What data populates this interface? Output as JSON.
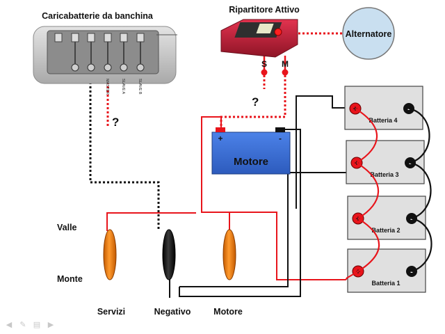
{
  "charger": {
    "title": "Caricabatterie da banchina",
    "terminals": [
      "MASTER",
      "SLAVE A",
      "SLAVE B"
    ],
    "question": "?"
  },
  "splitter": {
    "title": "Ripartitore Attivo",
    "terminal_s": "S",
    "terminal_m": "M",
    "question": "?"
  },
  "alternator": {
    "label": "Alternatore"
  },
  "engine_battery": {
    "label": "Motore",
    "plus": "+",
    "minus": "-"
  },
  "house_batteries": [
    {
      "label": "Batteria 4"
    },
    {
      "label": "Batteria 3"
    },
    {
      "label": "Batteria 2"
    },
    {
      "label": "Batteria 1"
    }
  ],
  "switch_positions": {
    "upper": "Valle",
    "lower": "Monte"
  },
  "switches": [
    {
      "label": "Servizi",
      "color": "#f07d12"
    },
    {
      "label": "Negativo",
      "color": "#111111"
    },
    {
      "label": "Motore",
      "color": "#f07d12"
    }
  ],
  "colors": {
    "positive_wire": "#e8141b",
    "negative_wire": "#111111",
    "battery_fill": "#e0e0e0",
    "engine_battery_fill": "#3a6fd8",
    "alternator_fill": "#c9dff0",
    "splitter_body": "#c8203a"
  },
  "nav_icons": [
    "prev-arrow-icon",
    "pen-icon",
    "menu-icon",
    "next-arrow-icon"
  ]
}
